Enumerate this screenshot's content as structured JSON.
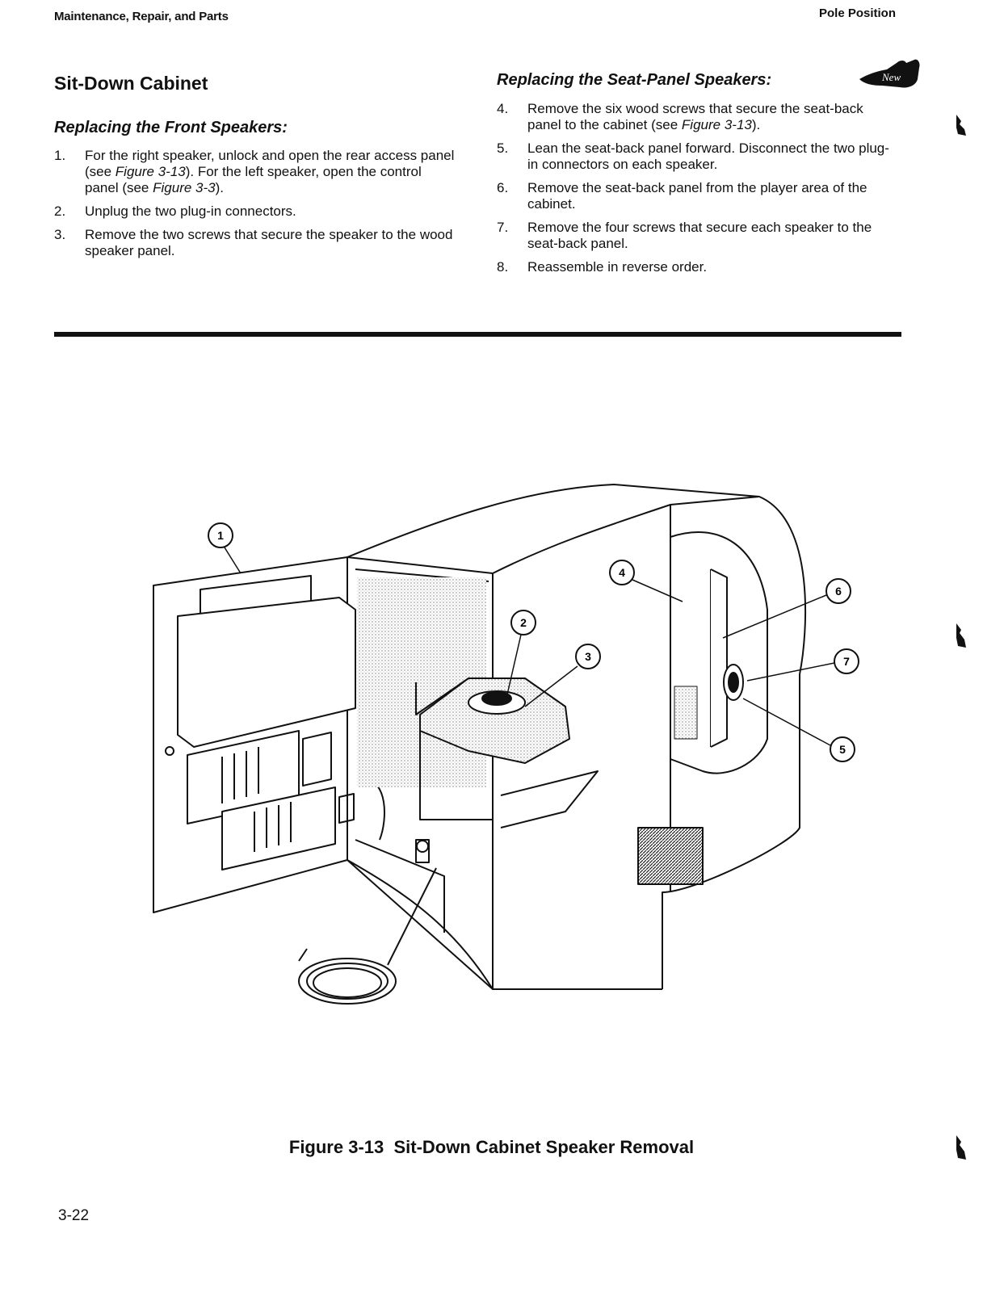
{
  "header": {
    "left": "Maintenance, Repair, and Parts",
    "right": "Pole Position"
  },
  "left_column": {
    "section_title": "Sit-Down Cabinet",
    "subsection_title": "Replacing the Front Speakers:",
    "steps": [
      {
        "num": "1.",
        "pre": "For the right speaker, unlock and open the rear access panel (see ",
        "ref1": "Figure 3-13",
        "mid": "). For the left speaker, open the control panel (see ",
        "ref2": "Figure 3-3",
        "post": ")."
      },
      {
        "num": "2.",
        "text": "Unplug the two plug-in connectors."
      },
      {
        "num": "3.",
        "text": "Remove the two screws that secure the speaker to the wood speaker panel."
      }
    ]
  },
  "right_column": {
    "subsection_title": "Replacing the Seat-Panel Speakers:",
    "new_badge": "New",
    "steps": [
      {
        "num": "4.",
        "pre": "Remove the six wood screws that secure the seat-back panel to the cabinet (see ",
        "ref": "Figure 3-13",
        "post": ")."
      },
      {
        "num": "5.",
        "text": "Lean the seat-back panel forward. Disconnect the two plug-in connectors on each speaker."
      },
      {
        "num": "6.",
        "text": "Remove the seat-back panel from the player area of the cabinet."
      },
      {
        "num": "7.",
        "text": "Remove the four screws that secure each speaker to the seat-back panel."
      },
      {
        "num": "8.",
        "text": "Reassemble in reverse order."
      }
    ]
  },
  "figure": {
    "callouts": [
      "1",
      "2",
      "3",
      "4",
      "5",
      "6",
      "7"
    ],
    "caption": "Figure 3-13  Sit-Down Cabinet Speaker Removal"
  },
  "page_number": "3-22"
}
